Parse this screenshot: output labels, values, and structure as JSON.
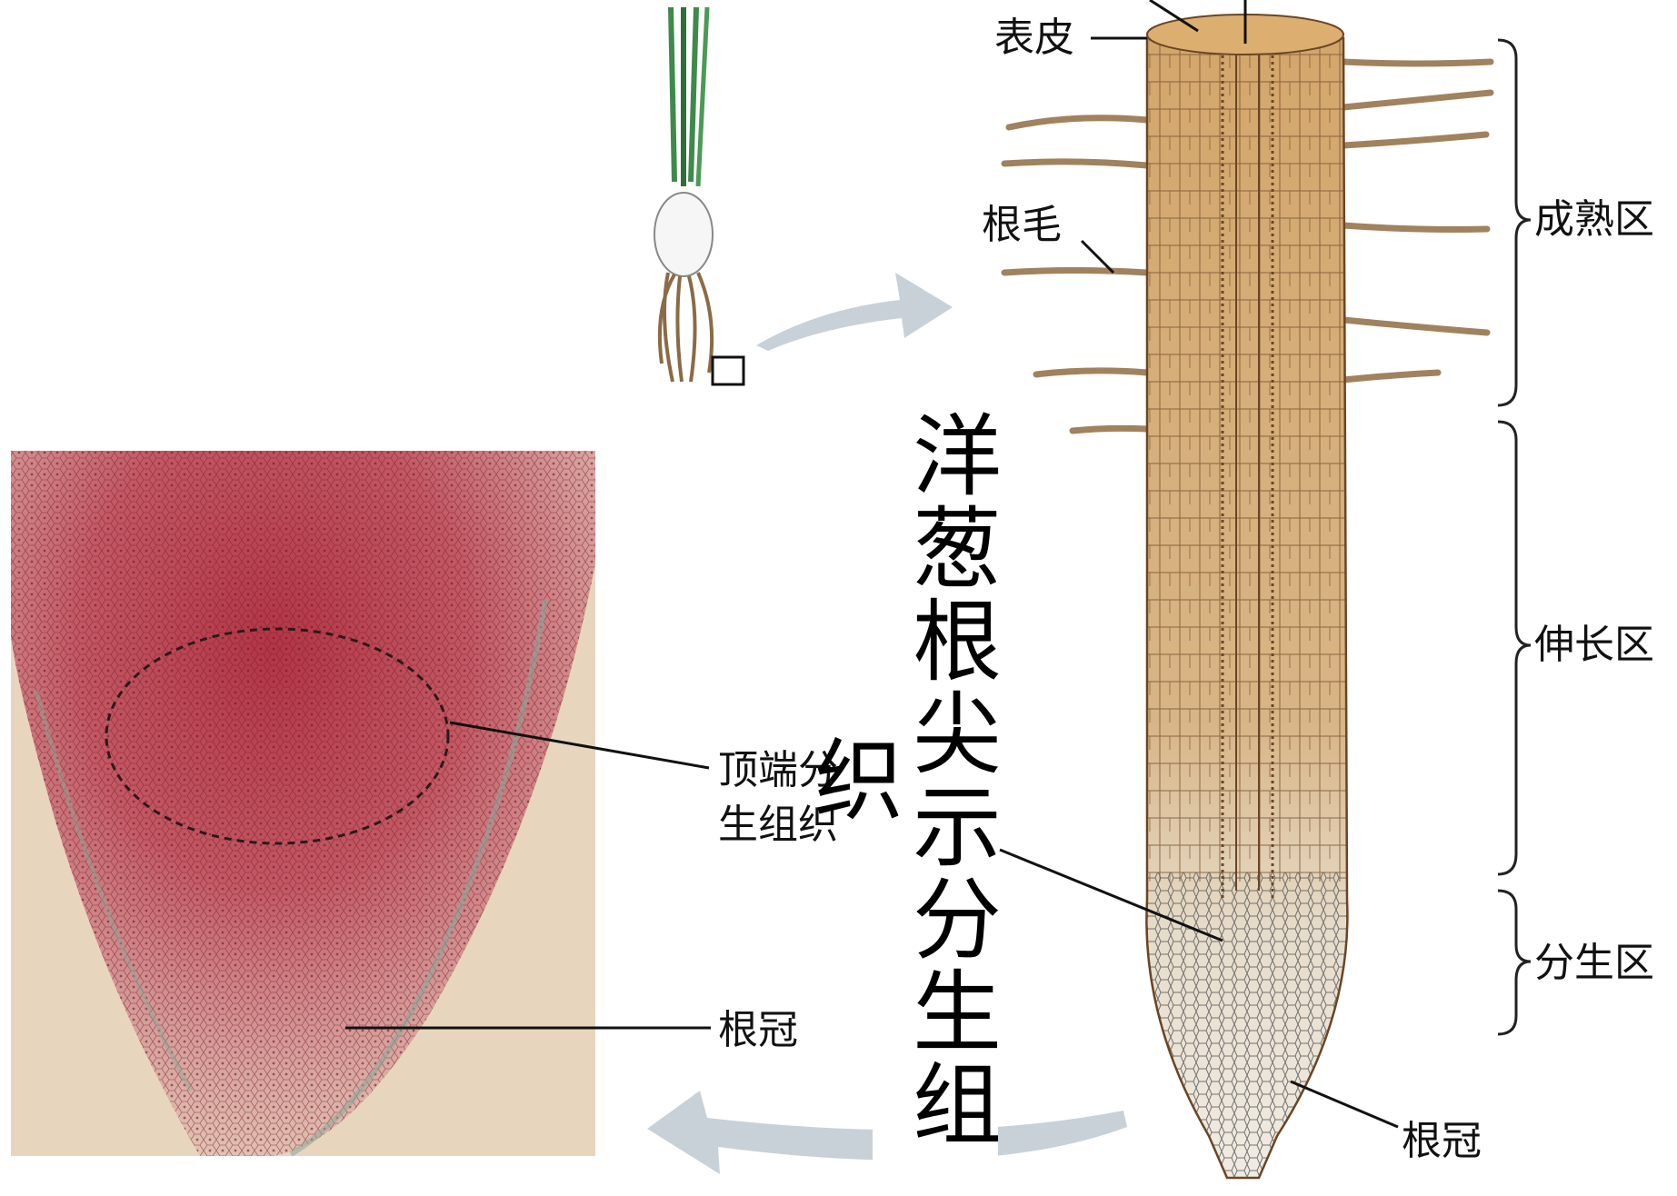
{
  "title": "洋葱根尖示分生组织",
  "left_labels": {
    "meristem_line1": "顶端分",
    "meristem_line2": "生组织",
    "root_cap": "根冠"
  },
  "right_labels": {
    "epidermis": "表皮",
    "root_hair": "根毛",
    "root_cap": "根冠"
  },
  "zones": [
    {
      "label": "成熟区"
    },
    {
      "label": "伸长区"
    },
    {
      "label": "分生区"
    }
  ],
  "colors": {
    "micrograph_red": "#b8404e",
    "micrograph_bg": "#e7d6bd",
    "root_tan": "#d6ad74",
    "root_cell_line": "#7a5230",
    "onion_leaf": "#3f8a4a",
    "arrow_gray": "#c9d1d8"
  }
}
